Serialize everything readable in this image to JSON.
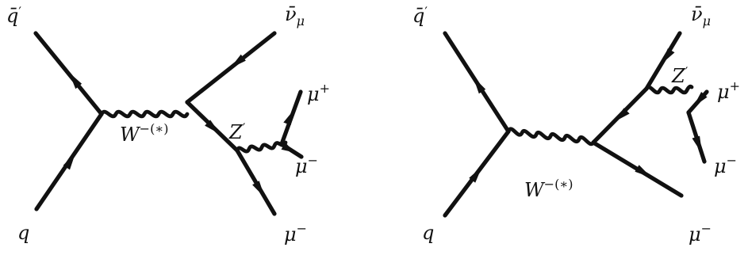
{
  "diagrams": [
    {
      "labels": {
        "q_bar_prime": {
          "base": "q̄",
          "sup": "′"
        },
        "q": {
          "base": "q"
        },
        "nu_bar_mu": {
          "base": "ν̄",
          "sub": "μ"
        },
        "w_boson": {
          "base": "W",
          "sup": "−(∗)"
        },
        "z_prime": {
          "base": "Z",
          "sup": "′"
        },
        "mu_plus": {
          "base": "μ",
          "sup": "+"
        },
        "mu_minus_upper": {
          "base": "μ",
          "sup": "−"
        },
        "mu_minus_lower": {
          "base": "μ",
          "sup": "−"
        }
      }
    },
    {
      "labels": {
        "q_bar_prime": {
          "base": "q̄",
          "sup": "′"
        },
        "q": {
          "base": "q"
        },
        "nu_bar_mu": {
          "base": "ν̄",
          "sub": "μ"
        },
        "w_boson": {
          "base": "W",
          "sup": "−(∗)"
        },
        "z_prime": {
          "base": "Z",
          "sup": "′"
        },
        "mu_plus": {
          "base": "μ",
          "sup": "+"
        },
        "mu_minus_upper": {
          "base": "μ",
          "sup": "−"
        },
        "mu_minus_lower": {
          "base": "μ",
          "sup": "−"
        }
      }
    }
  ]
}
